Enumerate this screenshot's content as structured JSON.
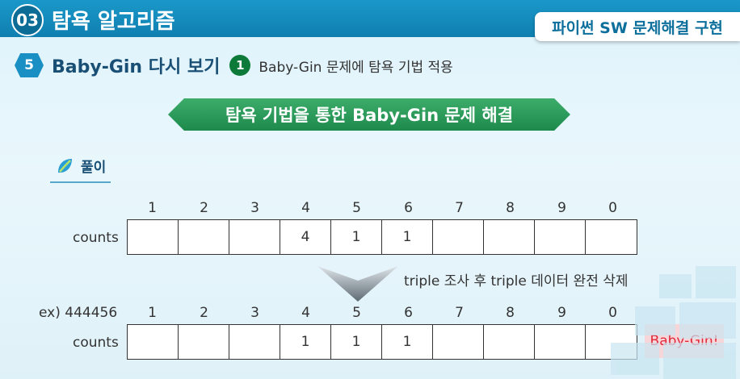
{
  "header": {
    "section_number": "03",
    "title": "탐욕 알고리즘",
    "course_badge": "파이썬 SW 문제해결 구현"
  },
  "subheading": {
    "number": "5",
    "title": "Baby-Gin 다시 보기",
    "step": "1",
    "description": "Baby-Gin 문제에 탐욕 기법 적용"
  },
  "banner": "탐욕 기법을 통한 Baby-Gin 문제 해결",
  "solution_label": "풀이",
  "column_headers": [
    "1",
    "2",
    "3",
    "4",
    "5",
    "6",
    "7",
    "8",
    "9",
    "0"
  ],
  "table1": {
    "row_label": "counts",
    "cells": [
      "",
      "",
      "",
      "4",
      "1",
      "1",
      "",
      "",
      "",
      ""
    ]
  },
  "arrow_note": "triple 조사 후 triple 데이터 완전 삭제",
  "table2": {
    "example_label": "ex) 444456",
    "row_label": "counts",
    "cells": [
      "",
      "",
      "",
      "1",
      "1",
      "1",
      "",
      "",
      "",
      ""
    ]
  },
  "result_tag": "Baby-Gin!",
  "colors": {
    "topbar": "#1a98c9",
    "banner": "#2a9a5a",
    "result_text": "#e0283a",
    "result_bg": "#f7d6d9"
  }
}
